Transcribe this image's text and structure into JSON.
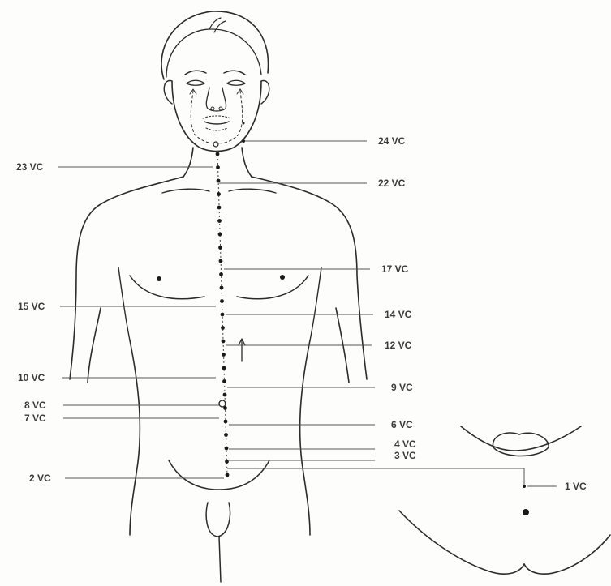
{
  "labels": {
    "vc24": "24 VC",
    "vc23": "23 VC",
    "vc22": "22 VC",
    "vc17": "17 VC",
    "vc15": "15 VC",
    "vc14": "14 VC",
    "vc12": "12 VC",
    "vc10": "10 VC",
    "vc9": "9 VC",
    "vc8": "8 VC",
    "vc7": "7 VC",
    "vc6": "6 VC",
    "vc4": "4 VC",
    "vc3": "3 VC",
    "vc2": "2 VC",
    "vc1": "1 VC"
  }
}
